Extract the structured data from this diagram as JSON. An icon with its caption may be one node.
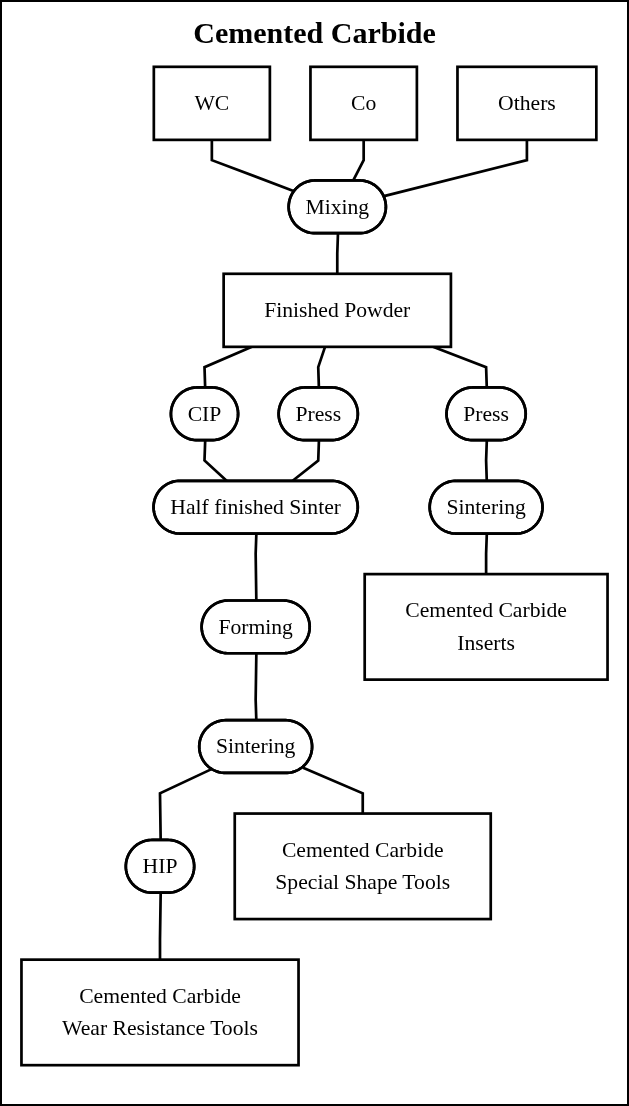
{
  "diagram": {
    "title": "Cemented Carbide",
    "nodes": [
      {
        "text": [
          "WC"
        ]
      },
      {
        "text": [
          "Co"
        ]
      },
      {
        "text": [
          "Others"
        ]
      },
      {
        "text": [
          "Mixing"
        ]
      },
      {
        "text": [
          "Finished Powder"
        ]
      },
      {
        "text": [
          "CIP"
        ]
      },
      {
        "text": [
          "Press"
        ]
      },
      {
        "text": [
          "Press"
        ]
      },
      {
        "text": [
          "Half finished Sinter"
        ]
      },
      {
        "text": [
          "Forming"
        ]
      },
      {
        "text": [
          "Sintering"
        ]
      },
      {
        "text": [
          "Sintering"
        ]
      },
      {
        "text": [
          "HIP"
        ]
      },
      {
        "text": [
          "Cemented Carbide",
          "Wear Resistance Tools"
        ]
      },
      {
        "text": [
          "Cemented Carbide",
          "Special Shape Tools"
        ]
      },
      {
        "text": [
          "Cemented Carbide",
          "Inserts"
        ]
      }
    ],
    "edges": [
      {
        "from": 0,
        "to": 3,
        "arrow": "none"
      },
      {
        "from": 1,
        "to": 3,
        "arrow": "none"
      },
      {
        "from": 2,
        "to": 3,
        "arrow": "none"
      },
      {
        "from": 3,
        "to": 4,
        "arrow": "none"
      },
      {
        "from": 4,
        "to": 5,
        "arrow": "none"
      },
      {
        "from": 4,
        "to": 6,
        "arrow": "none"
      },
      {
        "from": 4,
        "to": 7,
        "arrow": "none"
      },
      {
        "from": 5,
        "to": 8,
        "arrow": "none"
      },
      {
        "from": 6,
        "to": 8,
        "arrow": "none"
      },
      {
        "from": 8,
        "to": 9,
        "arrow": "none"
      },
      {
        "from": 9,
        "to": 10,
        "arrow": "none"
      },
      {
        "from": 7,
        "to": 11,
        "arrow": "none"
      },
      {
        "from": 10,
        "to": 12,
        "arrow": "none"
      },
      {
        "from": 10,
        "to": 14,
        "arrow": "none"
      },
      {
        "from": 12,
        "to": 13,
        "arrow": "none"
      },
      {
        "from": 11,
        "to": 15,
        "arrow": "none"
      }
    ]
  }
}
